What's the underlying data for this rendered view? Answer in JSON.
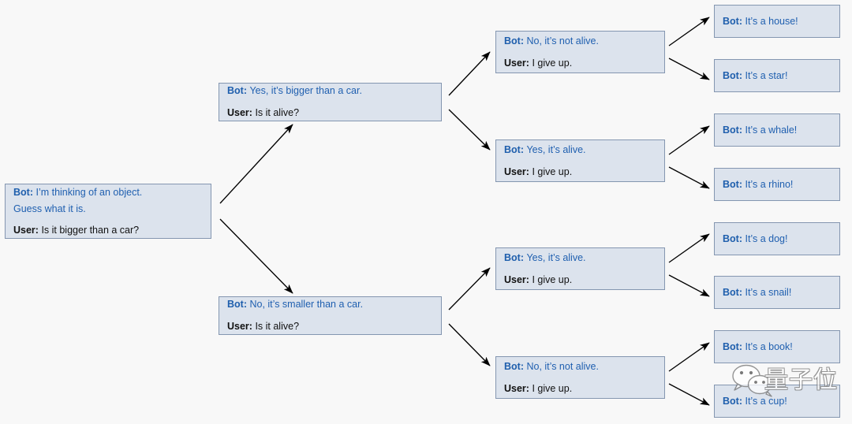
{
  "diagram": {
    "title": "Twenty-questions bot dialogue tree",
    "background_color": "#f8f8f8",
    "node_fill_color": "#dce3ed",
    "node_border_color": "#8496b0",
    "bot_label_color": "#1f5fad",
    "bot_text_color": "#2060b0",
    "user_label_color": "#111111",
    "user_text_color": "#111111",
    "edge_color": "#000000"
  },
  "labels": {
    "bot": "Bot:",
    "user": "User:"
  },
  "nodes": {
    "root": {
      "bot_line1": "I’m thinking of an object.",
      "bot_line2": "Guess what it is.",
      "user": "Is it bigger than a car?"
    },
    "l2_top": {
      "bot": "Yes, it’s bigger than a car.",
      "user": "Is it alive?"
    },
    "l2_bottom": {
      "bot": "No, it’s smaller than a car.",
      "user": "Is it alive?"
    },
    "l3_a": {
      "bot": "No, it’s not alive.",
      "user": "I give up."
    },
    "l3_b": {
      "bot": "Yes, it’s alive.",
      "user": "I give up."
    },
    "l3_c": {
      "bot": "Yes, it’s alive.",
      "user": "I give up."
    },
    "l3_d": {
      "bot": "No, it’s not alive.",
      "user": "I give up."
    },
    "leaf_house": {
      "bot": "It’s a house!"
    },
    "leaf_star": {
      "bot": "It’s a star!"
    },
    "leaf_whale": {
      "bot": "It’s a whale!"
    },
    "leaf_rhino": {
      "bot": "It’s a rhino!"
    },
    "leaf_dog": {
      "bot": "It’s a dog!"
    },
    "leaf_snail": {
      "bot": "It’s a snail!"
    },
    "leaf_book": {
      "bot": "It’s a book!"
    },
    "leaf_cup": {
      "bot": "It’s a cup!"
    }
  },
  "watermark": {
    "text": "量子位",
    "icon": "wechat-logo"
  }
}
